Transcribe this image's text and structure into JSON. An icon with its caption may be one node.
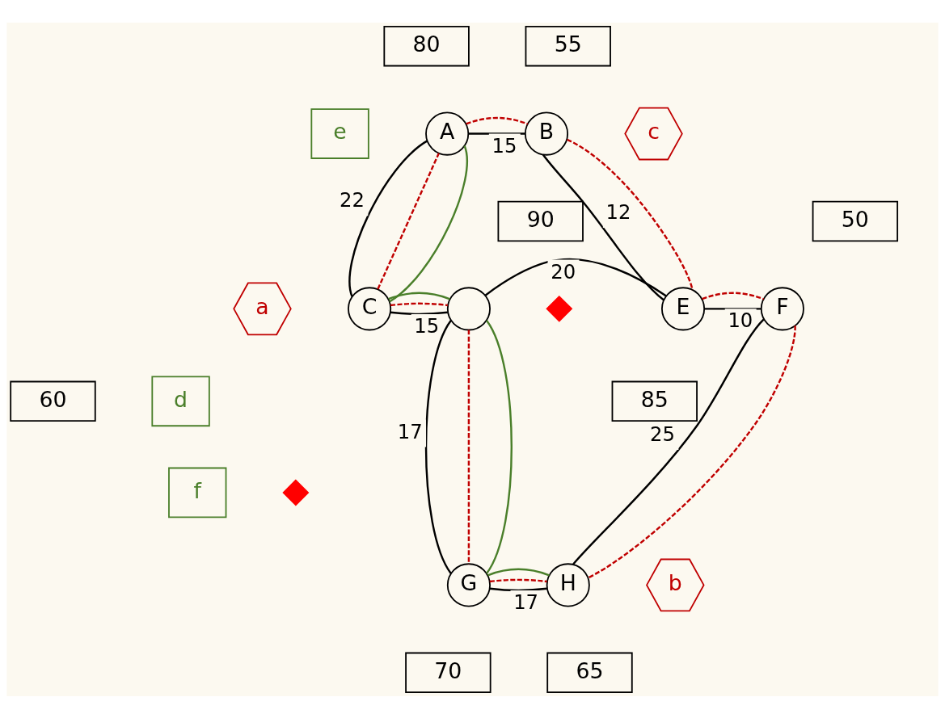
{
  "diagram": {
    "nodes": [
      {
        "text": [
          "80"
        ]
      },
      {
        "text": [
          "55"
        ]
      },
      {
        "text": [
          "e"
        ]
      },
      {
        "text": [
          "A"
        ]
      },
      {
        "text": [
          "B"
        ]
      },
      {
        "text": [
          "c"
        ]
      },
      {
        "text": [
          "90"
        ]
      },
      {
        "text": [
          "50"
        ]
      },
      {
        "text": [
          "a"
        ]
      },
      {
        "text": [
          "C"
        ]
      },
      {
        "text": [],
        "shape": "circle"
      },
      {
        "text": [
          "E"
        ]
      },
      {
        "text": [
          "F"
        ]
      },
      {
        "text": [
          "60"
        ]
      },
      {
        "text": [
          "d"
        ]
      },
      {
        "text": [
          "85"
        ]
      },
      {
        "text": [
          "f"
        ]
      },
      {
        "text": [
          "G"
        ]
      },
      {
        "text": [
          "H"
        ]
      },
      {
        "text": [
          "b"
        ]
      },
      {
        "text": [
          "70"
        ]
      },
      {
        "text": [
          "65"
        ]
      },
      {
        "text": [],
        "shape": "cross"
      },
      {
        "text": [],
        "shape": "cross"
      }
    ],
    "edges": [
      {
        "from": 3,
        "to": 4,
        "arrow": "none",
        "label": "15"
      },
      {
        "from": 4,
        "to": 11,
        "arrow": "none",
        "label": "12"
      },
      {
        "from": 9,
        "to": 3,
        "arrow": "none",
        "label": "22"
      },
      {
        "from": 9,
        "to": 10,
        "arrow": "none",
        "label": "15"
      },
      {
        "from": 10,
        "to": 11,
        "arrow": "none",
        "label": "20"
      },
      {
        "from": 11,
        "to": 12,
        "arrow": "none",
        "label": "10"
      },
      {
        "from": 12,
        "to": 18,
        "arrow": "none",
        "label": "25"
      },
      {
        "from": 10,
        "to": 17,
        "arrow": "none",
        "label": "17"
      },
      {
        "from": 17,
        "to": 18,
        "arrow": "none",
        "label": "17"
      },
      {
        "from": 3,
        "to": 4,
        "arrow": "none",
        "style": "dashed",
        "color": "#c00000"
      },
      {
        "from": 4,
        "to": 11,
        "arrow": "none",
        "style": "dashed",
        "color": "#c00000"
      },
      {
        "from": 11,
        "to": 12,
        "arrow": "none",
        "style": "dashed",
        "color": "#c00000"
      },
      {
        "from": 12,
        "to": 18,
        "arrow": "none",
        "style": "dashed",
        "color": "#c00000"
      },
      {
        "from": 17,
        "to": 18,
        "arrow": "none",
        "style": "dashed",
        "color": "#c00000"
      },
      {
        "from": 10,
        "to": 17,
        "arrow": "none",
        "style": "dashed",
        "color": "#c00000"
      },
      {
        "from": 9,
        "to": 10,
        "arrow": "none",
        "style": "dashed",
        "color": "#c00000"
      },
      {
        "from": 9,
        "to": 3,
        "arrow": "none",
        "style": "dashed",
        "color": "#c00000"
      },
      {
        "from": 9,
        "to": 3,
        "arrow": "none",
        "color": "#4a7f2a"
      },
      {
        "from": 9,
        "to": 10,
        "arrow": "none",
        "color": "#4a7f2a"
      },
      {
        "from": 10,
        "to": 17,
        "arrow": "none",
        "color": "#4a7f2a"
      },
      {
        "from": 17,
        "to": 18,
        "arrow": "none",
        "color": "#4a7f2a"
      }
    ]
  }
}
